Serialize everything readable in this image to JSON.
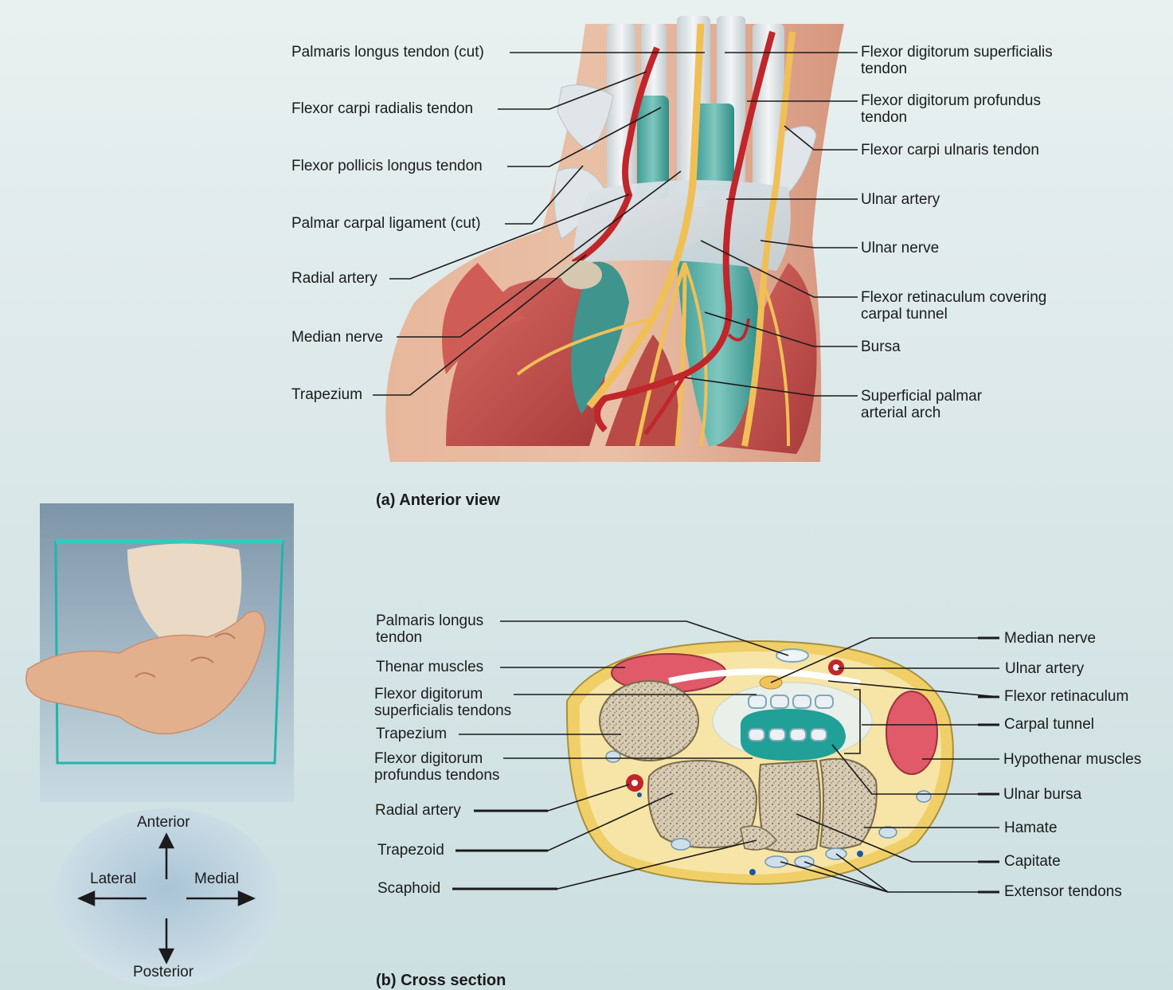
{
  "anterior_view": {
    "caption": "(a) Anterior view",
    "labels_left": [
      "Palmaris longus tendon (cut)",
      "Flexor carpi radialis tendon",
      "Flexor pollicis longus tendon",
      "Palmar carpal ligament (cut)",
      "Radial artery",
      "Median nerve",
      "Trapezium"
    ],
    "labels_right": [
      [
        "Flexor digitorum superficialis",
        "tendon"
      ],
      [
        "Flexor digitorum profundus",
        "tendon"
      ],
      [
        "Flexor carpi ulnaris tendon"
      ],
      [
        "Ulnar artery"
      ],
      [
        "Ulnar nerve"
      ],
      [
        "Flexor retinaculum covering",
        "carpal tunnel"
      ],
      [
        "Bursa"
      ],
      [
        "Superficial palmar",
        "arterial arch"
      ]
    ]
  },
  "orientation": {
    "anterior": "Anterior",
    "posterior": "Posterior",
    "lateral": "Lateral",
    "medial": "Medial"
  },
  "cross_section": {
    "caption": "(b) Cross section",
    "labels_left": [
      [
        "Palmaris longus",
        "tendon"
      ],
      [
        "Thenar muscles"
      ],
      [
        "Flexor digitorum",
        "superficialis tendons"
      ],
      [
        "Trapezium"
      ],
      [
        "Flexor digitorum",
        "profundus tendons"
      ],
      [
        "Radial artery"
      ],
      [
        "Trapezoid"
      ],
      [
        "Scaphoid"
      ]
    ],
    "labels_right": [
      "Median nerve",
      "Ulnar artery",
      "Flexor retinaculum",
      "Carpal tunnel",
      "Hypothenar muscles",
      "Ulnar bursa",
      "Hamate",
      "Capitate",
      "Extensor tendons"
    ]
  },
  "colors": {
    "background": "#dbe8e9",
    "artery": "#c0262a",
    "nerve": "#f2c25c",
    "tendon": "#e3e8ea",
    "bursa": "#1f9a94",
    "muscle": "#c9504e",
    "bone": "#d7cbb3",
    "leader_line": "#1b1b1b"
  }
}
